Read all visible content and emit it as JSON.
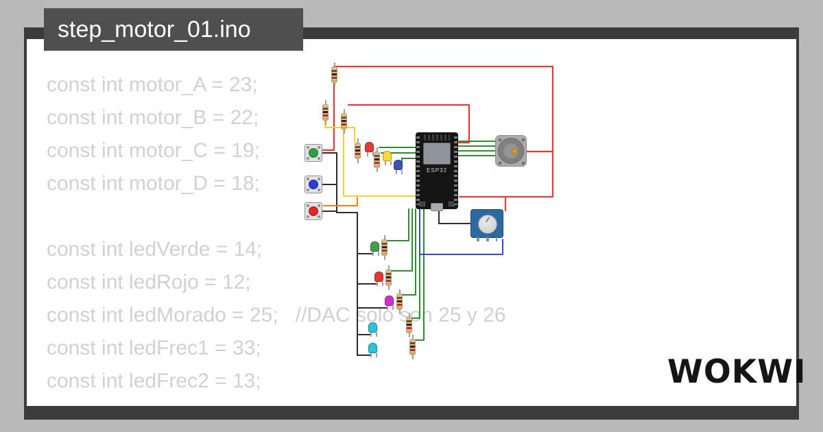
{
  "title": {
    "text": "step_motor_01.ino"
  },
  "code": {
    "lines": [
      "const int motor_A = 23;",
      "const int motor_B = 22;",
      "const int motor_C = 19;",
      "const int motor_D = 18;",
      "",
      "const int ledVerde = 14;",
      "const int ledRojo = 12;",
      "const int ledMorado = 25;   //DAC solo son 25 y 26",
      "const int ledFrec1 = 33;",
      "const int ledFrec2 = 13;"
    ],
    "text_color": "#d1d1d1"
  },
  "circuit": {
    "board": {
      "label": "ESP32"
    },
    "components": [
      "esp32-board",
      "stepper-motor",
      "potentiometer",
      "pushbutton-green",
      "pushbutton-blue",
      "pushbutton-red",
      "8 leds",
      "10 resistors"
    ],
    "wires": {
      "red": "#e53935",
      "green": "#2e8b34",
      "yellow": "#f2d02e",
      "black": "#2b2b2b",
      "blue": "#3a46cf",
      "orange": "#f57c00"
    },
    "buttons": [
      {
        "id": "green",
        "color": "#2f9e41"
      },
      {
        "id": "blue",
        "color": "#2a3fd4"
      },
      {
        "id": "red",
        "color": "#e32626"
      }
    ],
    "leds": [
      "#e53935",
      "#fdd835",
      "#3f51b5",
      "#43a047",
      "#e53935",
      "#cf2fd0",
      "#29c5d6",
      "#29c5d6"
    ]
  },
  "logo": {
    "text": "WOKWI"
  },
  "colors": {
    "page_background": "#b9b9b9",
    "frame": "#3b3b3b",
    "card": "#ffffff",
    "title_bar": "#4f4f4f"
  }
}
